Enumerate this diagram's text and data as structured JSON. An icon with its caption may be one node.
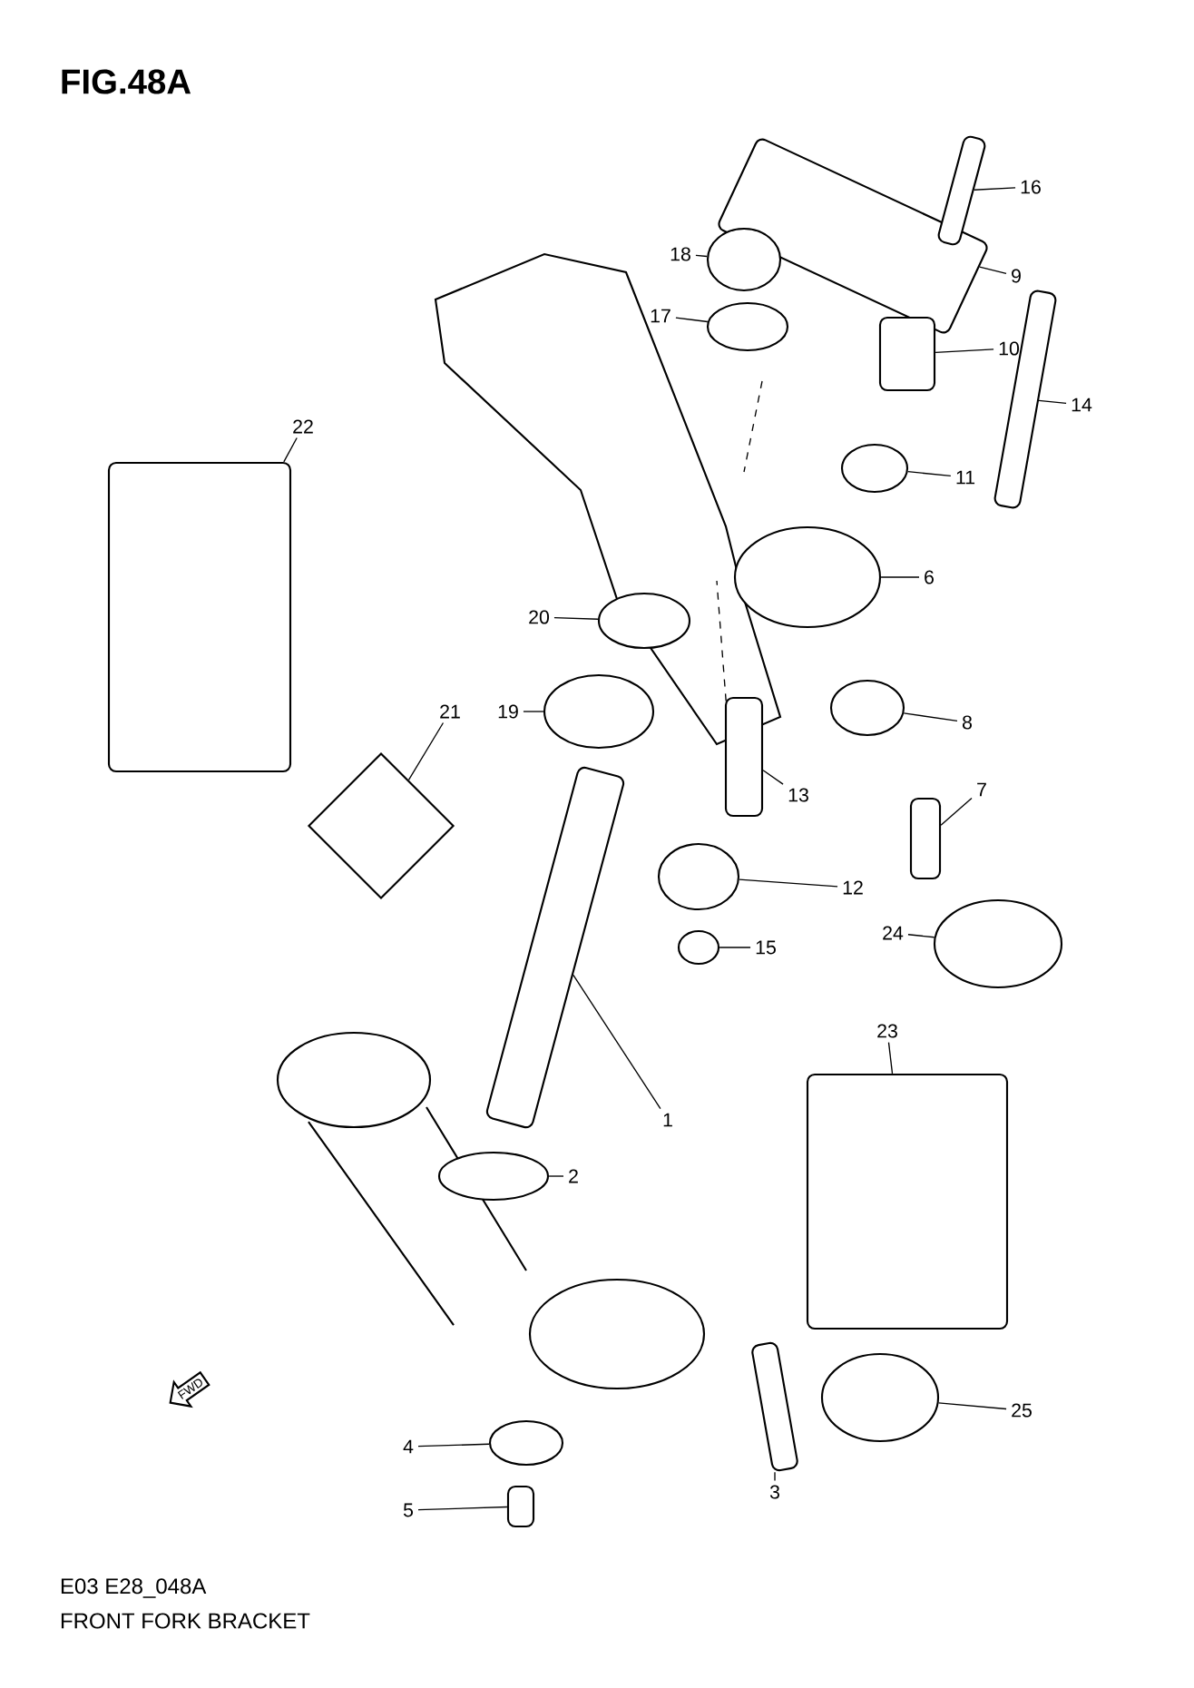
{
  "diagram": {
    "title": "FIG.48A",
    "caption": "FRONT FORK BRACKET",
    "nodes": [
      {
        "text": [
          "1"
        ]
      },
      {
        "text": [
          "2"
        ]
      },
      {
        "text": [
          "3"
        ]
      },
      {
        "text": [
          "4"
        ]
      },
      {
        "text": [
          "5"
        ]
      },
      {
        "text": [
          "6"
        ]
      },
      {
        "text": [
          "7"
        ]
      },
      {
        "text": [
          "8"
        ]
      },
      {
        "text": [
          "9"
        ]
      },
      {
        "text": [
          "10"
        ]
      },
      {
        "text": [
          "11"
        ]
      },
      {
        "text": [
          "12"
        ]
      },
      {
        "text": [
          "13"
        ]
      },
      {
        "text": [
          "14"
        ]
      },
      {
        "text": [
          "15"
        ]
      },
      {
        "text": [
          "16"
        ]
      },
      {
        "text": [
          "17"
        ]
      },
      {
        "text": [
          "18"
        ]
      },
      {
        "text": [
          "19"
        ]
      },
      {
        "text": [
          "20"
        ]
      },
      {
        "text": [
          "21"
        ]
      },
      {
        "text": [
          "22"
        ]
      },
      {
        "text": [
          "23"
        ]
      },
      {
        "text": [
          "24"
        ]
      },
      {
        "text": [
          "25"
        ]
      },
      {
        "text": [],
        "shape": "box"
      },
      {
        "text": [],
        "shape": "circle"
      },
      {
        "text": [],
        "shape": "box"
      },
      {
        "text": [],
        "shape": "circle"
      },
      {
        "text": [],
        "shape": "box"
      },
      {
        "text": [],
        "shape": "circle"
      },
      {
        "text": [],
        "shape": "box"
      },
      {
        "text": [],
        "shape": "circle"
      },
      {
        "text": [],
        "shape": "box"
      },
      {
        "text": [],
        "shape": "box"
      },
      {
        "text": [],
        "shape": "circle"
      },
      {
        "text": [],
        "shape": "circle"
      },
      {
        "text": [],
        "shape": "box"
      },
      {
        "text": [],
        "shape": "box"
      },
      {
        "text": [],
        "shape": "circle"
      },
      {
        "text": [],
        "shape": "box"
      },
      {
        "text": [],
        "shape": "circle"
      },
      {
        "text": [],
        "shape": "circle"
      },
      {
        "text": [],
        "shape": "circle"
      },
      {
        "text": [],
        "shape": "circle"
      },
      {
        "text": [],
        "shape": "diamond"
      },
      {
        "text": [],
        "shape": "box"
      },
      {
        "text": [],
        "shape": "box"
      },
      {
        "text": [],
        "shape": "circle"
      },
      {
        "text": [],
        "shape": "circle"
      }
    ],
    "edges": [
      {
        "from": 0,
        "to": 25,
        "arrow": "none"
      },
      {
        "from": 1,
        "to": 26,
        "arrow": "none"
      },
      {
        "from": 2,
        "to": 27,
        "arrow": "none"
      },
      {
        "from": 3,
        "to": 28,
        "arrow": "none"
      },
      {
        "from": 4,
        "to": 29,
        "arrow": "none"
      },
      {
        "from": 5,
        "to": 30,
        "arrow": "none"
      },
      {
        "from": 6,
        "to": 31,
        "arrow": "none"
      },
      {
        "from": 7,
        "to": 32,
        "arrow": "none"
      },
      {
        "from": 8,
        "to": 33,
        "arrow": "none"
      },
      {
        "from": 9,
        "to": 34,
        "arrow": "none"
      },
      {
        "from": 10,
        "to": 35,
        "arrow": "none"
      },
      {
        "from": 11,
        "to": 36,
        "arrow": "none"
      },
      {
        "from": 12,
        "to": 37,
        "arrow": "none"
      },
      {
        "from": 13,
        "to": 38,
        "arrow": "none"
      },
      {
        "from": 14,
        "to": 39,
        "arrow": "none"
      },
      {
        "from": 15,
        "to": 40,
        "arrow": "none"
      },
      {
        "from": 16,
        "to": 41,
        "arrow": "none"
      },
      {
        "from": 17,
        "to": 42,
        "arrow": "none"
      },
      {
        "from": 18,
        "to": 43,
        "arrow": "none"
      },
      {
        "from": 19,
        "to": 44,
        "arrow": "none"
      },
      {
        "from": 20,
        "to": 45,
        "arrow": "none"
      },
      {
        "from": 21,
        "to": 46,
        "arrow": "none"
      },
      {
        "from": 22,
        "to": 47,
        "arrow": "none"
      },
      {
        "from": 23,
        "to": 48,
        "arrow": "none"
      },
      {
        "from": 24,
        "to": 49,
        "arrow": "none"
      }
    ],
    "labels": [
      "FWD",
      "E03 E28_048A"
    ]
  }
}
